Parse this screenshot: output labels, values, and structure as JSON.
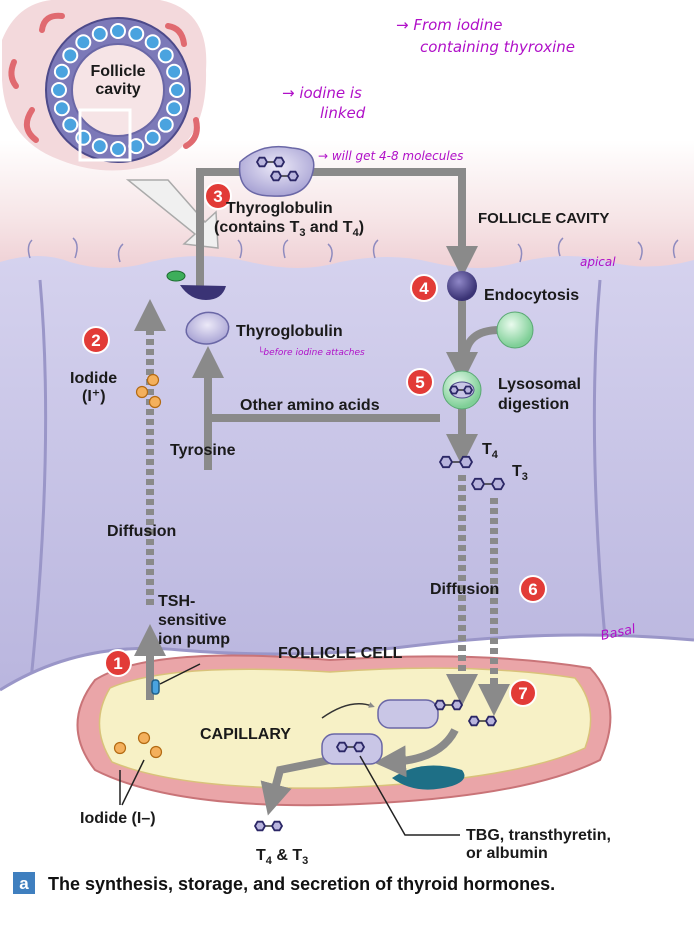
{
  "labels": {
    "follicle_cavity_inset": [
      "Follicle",
      "cavity"
    ],
    "thyroglobulin_top": "Thyroglobulin",
    "contains": {
      "pre": "(contains T",
      "sub1": "3",
      "mid": " and T",
      "sub2": "4",
      "post": ")"
    },
    "follicle_cavity": "FOLLICLE CAVITY",
    "endocytosis": "Endocytosis",
    "thyroglobulin_mid": "Thyroglobulin",
    "iodide_plus": [
      "Iodide",
      "(I⁺)"
    ],
    "lysosomal": [
      "Lysosomal",
      "digestion"
    ],
    "other_amino_acids": "Other amino acids",
    "tyrosine": "Tyrosine",
    "t4": {
      "pre": "T",
      "sub": "4"
    },
    "t3": {
      "pre": "T",
      "sub": "3"
    },
    "diffusion_left": "Diffusion",
    "diffusion_right": "Diffusion",
    "tsh_pump": [
      "TSH-",
      "sensitive",
      "ion pump"
    ],
    "follicle_cell": "FOLLICLE CELL",
    "capillary": "CAPILLARY",
    "iodide_minus": "Iodide (I–)",
    "t4_t3": {
      "a": "T",
      "s1": "4",
      "m": " & T",
      "s2": "3"
    },
    "tbg": [
      "TBG, transthyretin,",
      "or albumin"
    ]
  },
  "steps": [
    "1",
    "2",
    "3",
    "4",
    "5",
    "6",
    "7"
  ],
  "caption": {
    "letter": "a",
    "text": "The synthesis, storage, and secretion of thyroid hormones."
  },
  "handwritten": {
    "from_iodine": [
      "→ From iodine",
      "containing thyroxine"
    ],
    "iodine_linked": [
      "→ iodine is",
      "linked"
    ],
    "will_get": "→ will get 4-8 molecules",
    "before_iodine": "└before iodine attaches",
    "apical": "apical",
    "basal": "Basal"
  },
  "colors": {
    "cell": "#c9c6e6",
    "cavity": "#f3d9dc",
    "capillary_wall": "#eaa5a8",
    "plasma": "#f7f1c6",
    "arrow": "#8a8a8a",
    "step_badge": "#e23b37",
    "annotation": "#b010c8"
  }
}
